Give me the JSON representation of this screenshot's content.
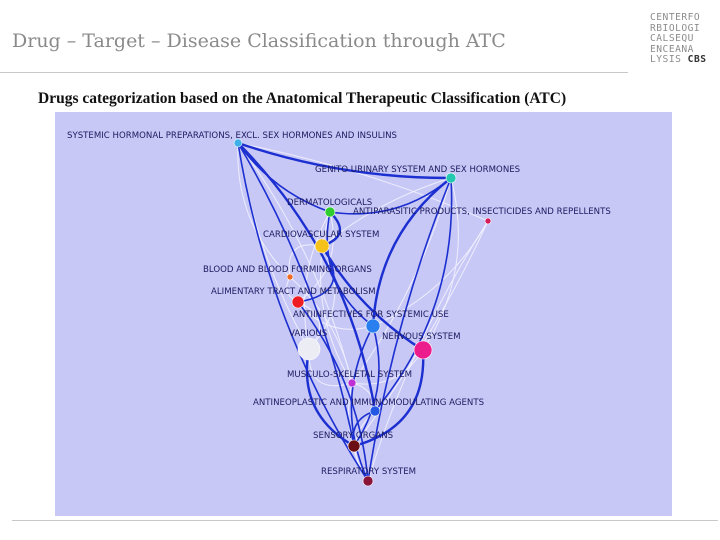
{
  "slide": {
    "title": "Drug – Target – Disease Classification through ATC",
    "subtitle": "Drugs categorization based on the Anatomical Therapeutic Classification (ATC)"
  },
  "logo": {
    "lines": [
      "CENTERFO",
      "RBIOLOGI",
      "CALSEQU",
      "ENCEANA",
      "LYSIS"
    ],
    "tail": "CBS"
  },
  "diagram": {
    "background": "#c8c8f6",
    "edge_color_strong": "#1c2fd0",
    "edge_color_light": "#f2f2ff",
    "nodes": [
      {
        "id": "systemic",
        "label": "SYSTEMIC HORMONAL PREPARATIONS, EXCL. SEX HORMONES AND INSULINS",
        "color": "#3fb0e8"
      },
      {
        "id": "genito",
        "label": "GENITO URINARY SYSTEM AND SEX HORMONES",
        "color": "#24c7b0"
      },
      {
        "id": "derm",
        "label": "DERMATOLOGICALS",
        "color": "#2fcc2f"
      },
      {
        "id": "antipara",
        "label": "ANTIPARASITIC PRODUCTS, INSECTICIDES AND REPELLENTS",
        "color": "#d81b5a"
      },
      {
        "id": "cardio",
        "label": "CARDIOVASCULAR SYSTEM",
        "color": "#f5c21b"
      },
      {
        "id": "blood",
        "label": "BLOOD AND BLOOD FORMING ORGANS",
        "color": "#ef6a24"
      },
      {
        "id": "alimentary",
        "label": "ALIMENTARY TRACT AND METABOLISM",
        "color": "#ee1d24"
      },
      {
        "id": "antiinf",
        "label": "ANTIINFECTIVES FOR SYSTEMIC USE",
        "color": "#2a7ff0"
      },
      {
        "id": "various",
        "label": "VARIOUS",
        "color": "#ececf4"
      },
      {
        "id": "nervous",
        "label": "NERVOUS SYSTEM",
        "color": "#ec1c8c"
      },
      {
        "id": "musculo",
        "label": "MUSCULO-SKELETAL SYSTEM",
        "color": "#c02ed6"
      },
      {
        "id": "antineo",
        "label": "ANTINEOPLASTIC AND IMMUNOMODULATING AGENTS",
        "color": "#2258e4"
      },
      {
        "id": "sensory",
        "label": "SENSORY ORGANS",
        "color": "#6a0e14"
      },
      {
        "id": "resp",
        "label": "RESPIRATORY SYSTEM",
        "color": "#8a1438"
      }
    ],
    "strong_edges": [
      [
        "systemic",
        "genito"
      ],
      [
        "systemic",
        "sensory"
      ],
      [
        "systemic",
        "resp"
      ],
      [
        "systemic",
        "antineo"
      ],
      [
        "systemic",
        "derm"
      ],
      [
        "genito",
        "derm"
      ],
      [
        "genito",
        "antiinf"
      ],
      [
        "genito",
        "antineo"
      ],
      [
        "genito",
        "resp"
      ],
      [
        "derm",
        "cardio"
      ],
      [
        "derm",
        "antiinf"
      ],
      [
        "cardio",
        "alimentary"
      ],
      [
        "cardio",
        "nervous"
      ],
      [
        "antiinf",
        "sensory"
      ],
      [
        "antiinf",
        "resp"
      ],
      [
        "nervous",
        "sensory"
      ],
      [
        "antineo",
        "sensory"
      ],
      [
        "alimentary",
        "resp"
      ],
      [
        "various",
        "sensory"
      ]
    ],
    "light_edges": [
      [
        "systemic",
        "antipara"
      ],
      [
        "systemic",
        "various"
      ],
      [
        "systemic",
        "musculo"
      ],
      [
        "systemic",
        "blood"
      ],
      [
        "genito",
        "nervous"
      ],
      [
        "genito",
        "cardio"
      ],
      [
        "genito",
        "musculo"
      ],
      [
        "derm",
        "various"
      ],
      [
        "derm",
        "alimentary"
      ],
      [
        "derm",
        "musculo"
      ],
      [
        "antipara",
        "sensory"
      ],
      [
        "antipara",
        "resp"
      ],
      [
        "antipara",
        "antiinf"
      ],
      [
        "cardio",
        "blood"
      ],
      [
        "cardio",
        "various"
      ],
      [
        "blood",
        "alimentary"
      ],
      [
        "blood",
        "musculo"
      ],
      [
        "alimentary",
        "antiinf"
      ],
      [
        "alimentary",
        "various"
      ],
      [
        "various",
        "musculo"
      ],
      [
        "musculo",
        "antineo"
      ],
      [
        "musculo",
        "resp"
      ],
      [
        "nervous",
        "musculo"
      ],
      [
        "antineo",
        "resp"
      ]
    ]
  }
}
